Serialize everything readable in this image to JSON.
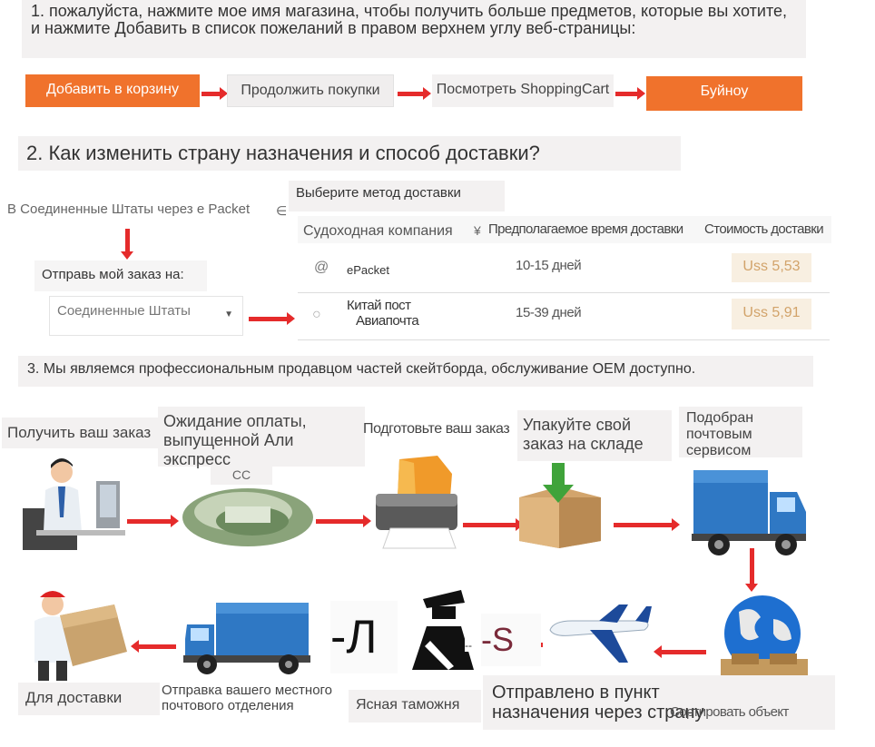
{
  "intro": {
    "text": "1. пожалуйста, нажмите мое имя магазина, чтобы получить больше предметов, которые вы хотите, и нажмите Добавить в список пожеланий в правом верхнем углу веб-страницы:"
  },
  "flow_buttons": [
    {
      "label": "Добавить в корзину"
    },
    {
      "label": "Продолжить покупки"
    },
    {
      "label": "Посмотреть ShoppingCart"
    },
    {
      "label": "Буйноу"
    }
  ],
  "section2": {
    "title": "2. Как изменить страну назначения и способ доставки?",
    "ship_to_line": "В Соединенные Штаты через е Packet",
    "choose_method": "Выберите метод доставки",
    "send_order_to": "Отправь мой заказ на:",
    "country_select": "Соединенные Штаты",
    "table_headers": [
      "Судоходная компания",
      "Предполагаемое время доставки",
      "Стоимость доставки"
    ],
    "rows": [
      {
        "radio": "@",
        "company": "ePacket",
        "time": "10-15 дней",
        "cost": "Uss 5,53"
      },
      {
        "radio": "○",
        "company_line1": "Китай пост",
        "company_line2": "Авиапочта",
        "time": "15-39 дней",
        "cost": "Uss 5,91"
      }
    ]
  },
  "section3": {
    "text": "3. Мы являемся профессиональным продавцом частей скейтборда, обслуживание OEM доступно."
  },
  "steps": {
    "receive": "Получить ваш заказ",
    "waiting": "Ожидание оплаты, выпущенной Али экспресс",
    "cc": "CC",
    "prepare": "Подготовьте ваш заказ",
    "pack": "Упакуйте свой заказ на складе",
    "picked": "Подобран почтовым сервисом",
    "sort": "Сортировать объект",
    "sent_dest": "Отправлено в пункт назначения через страну",
    "customs": "Ясная таможня",
    "local_post": "Отправка вашего местного почтового отделения",
    "delivery": "Для доставки",
    "glyph_left": "-Л",
    "glyph_right": "-S",
    "glyph_small": "--"
  },
  "colors": {
    "orange": "#f0722c",
    "red_arrow": "#e52b2b",
    "panel": "#f3f1f1",
    "cost_text": "#d2a36a"
  },
  "icons": [
    "person-at-computer-icon",
    "money-icon",
    "printer-icon",
    "box-icon",
    "truck-icon",
    "globe-icon",
    "airplane-icon",
    "customs-officer-icon",
    "delivery-man-icon"
  ]
}
